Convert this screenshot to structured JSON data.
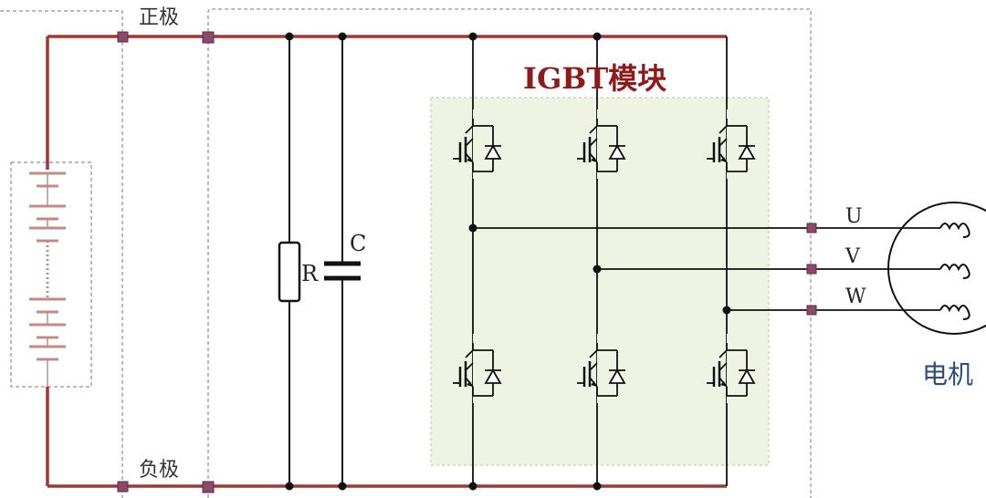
{
  "labels": {
    "positive": "正极",
    "negative": "负极",
    "module": "IGBT模块",
    "resistor": "R",
    "capacitor": "C",
    "phase_u": "U",
    "phase_v": "V",
    "phase_w": "W",
    "motor": "电机"
  },
  "colors": {
    "bus": "#9b3a33",
    "wire": "#111111",
    "connector": "#8c4a6a",
    "battery": "#c48a86",
    "module_bg": "#eef3e4",
    "module_title": "#8e1b1b",
    "motor_label": "#2c4d7a",
    "dashed": "#777777"
  }
}
